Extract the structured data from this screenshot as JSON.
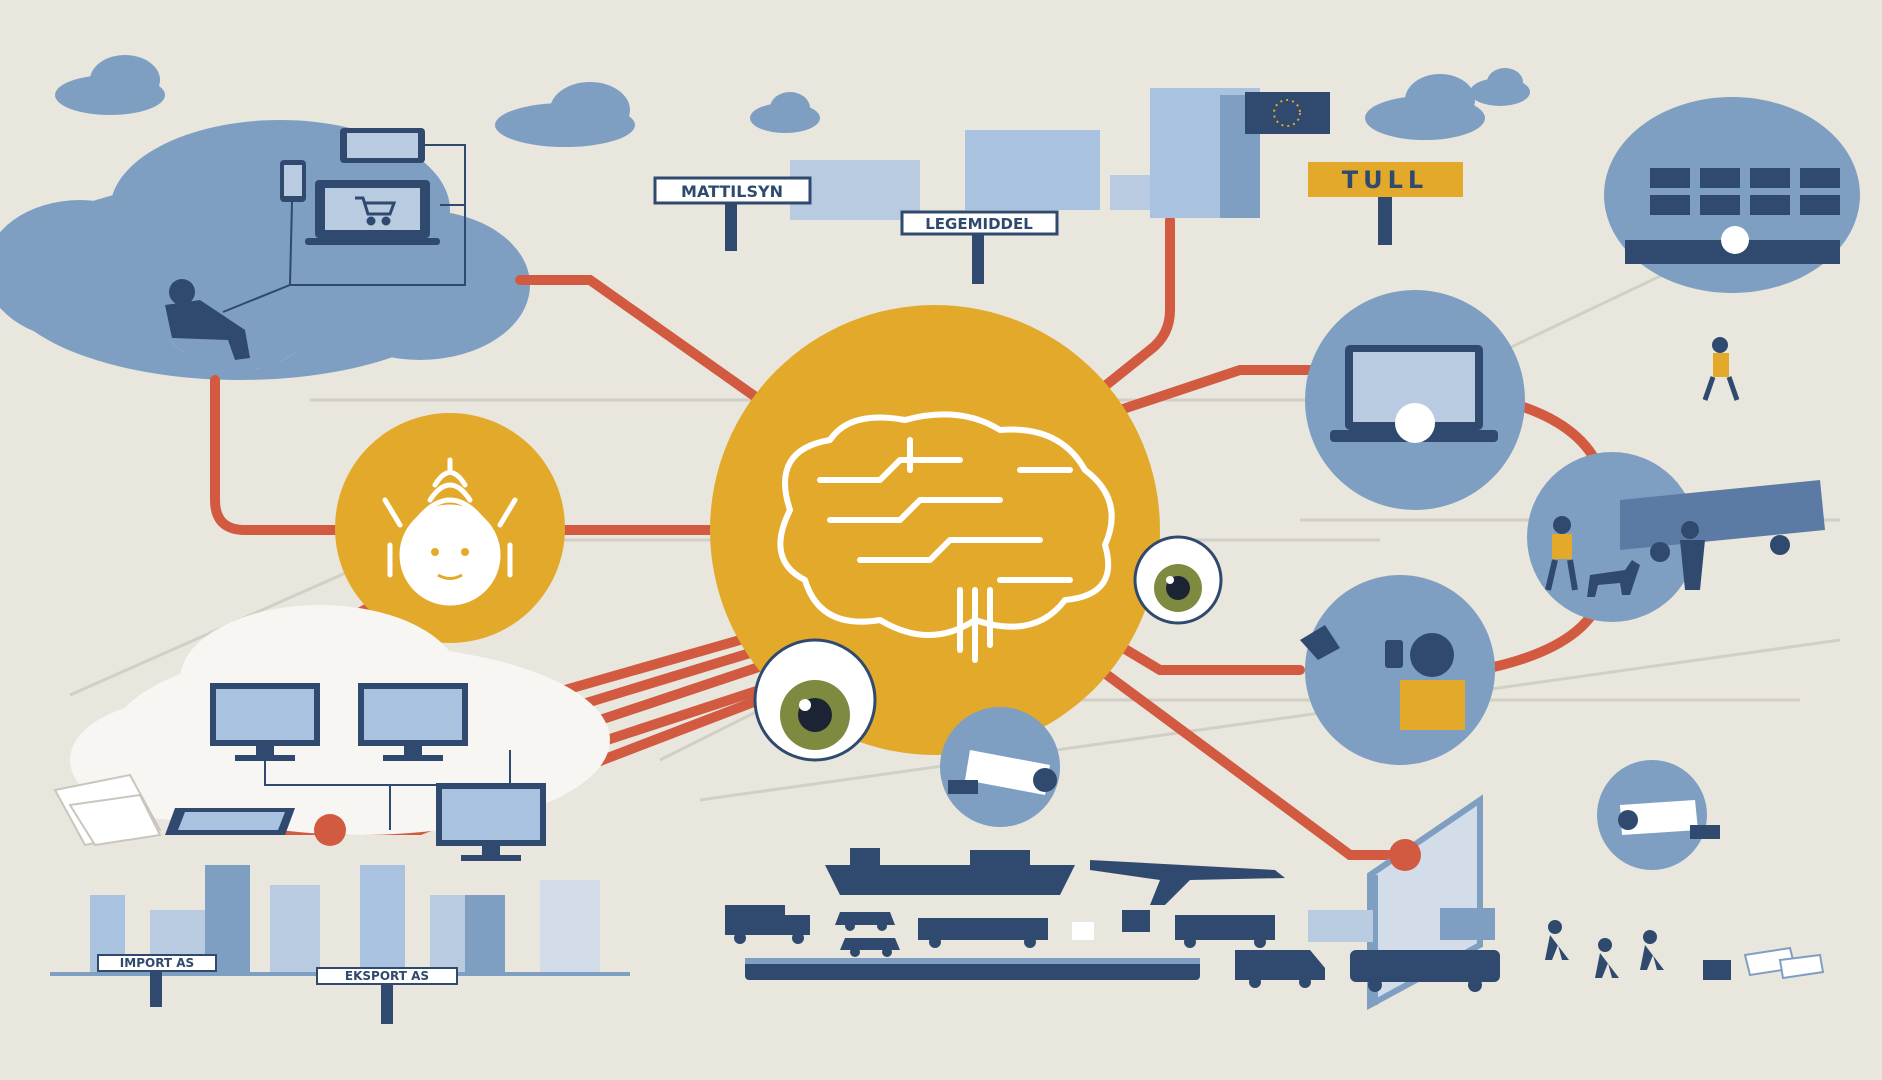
{
  "signs": {
    "mattilsyn": "MATTILSYN",
    "legemiddel": "LEGEMIDDEL",
    "tull": "TULL",
    "import": "IMPORT AS",
    "eksport": "EKSPORT AS"
  },
  "colors": {
    "background": "#e9e6dd",
    "blue": "#7f9fc2",
    "dark_blue": "#2f4a6e",
    "orange_line": "#d25a40",
    "gold": "#e3a92b",
    "light_blue": "#b9cbe0"
  },
  "icons": [
    "brain-icon",
    "eye-icon",
    "robot-head-icon",
    "cloud-icon",
    "moon-icon",
    "laptop-icon",
    "monitor-icon",
    "ship-icon",
    "airplane-icon",
    "truck-icon",
    "car-icon",
    "train-icon",
    "bus-icon",
    "van-icon",
    "cctv-camera-icon",
    "eu-flag-icon",
    "scanner-gate-icon",
    "person-walking-icon",
    "dog-icon",
    "parcel-icon",
    "envelope-icon"
  ]
}
